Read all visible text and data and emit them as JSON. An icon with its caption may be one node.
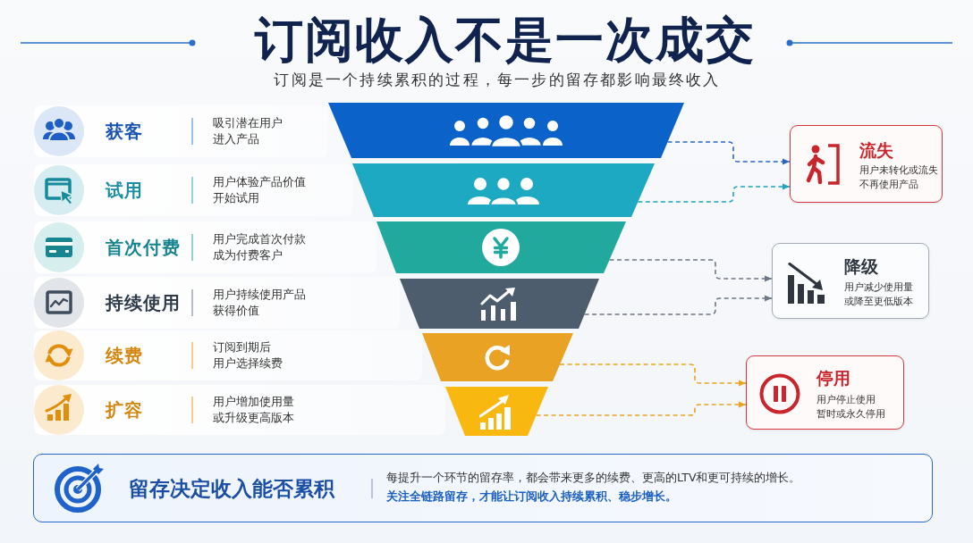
{
  "diagram": {
    "title": "订阅收入不是一次成交",
    "nodes": [
      {
        "text": [
          "获客",
          "吸引潜在用户进入产品"
        ]
      },
      {
        "text": [
          "试用",
          "用户体验产品价值开始试用"
        ]
      },
      {
        "text": [
          "首次付费",
          "用户完成首次付款成为付费客户"
        ]
      },
      {
        "text": [
          "持续使用",
          "用户持续使用产品获得价值"
        ]
      },
      {
        "text": [
          "续费",
          "订阅到期后用户选择续费"
        ]
      },
      {
        "text": [
          "扩容",
          "用户增加使用量或升级更高版本"
        ]
      },
      {
        "text": [],
        "shape": "trapezoid"
      },
      {
        "text": [],
        "shape": "trapezoid"
      },
      {
        "text": [],
        "shape": "trapezoid"
      },
      {
        "text": [],
        "shape": "trapezoid"
      },
      {
        "text": [],
        "shape": "trapezoid"
      },
      {
        "text": [],
        "shape": "trapezoid"
      },
      {
        "text": [
          "流失",
          "用户未转化或流失不再使用产品"
        ]
      },
      {
        "text": [
          "降级",
          "用户减少使用量或降至更低版本"
        ]
      },
      {
        "text": [
          "停用",
          "用户停止使用暂时或永久停用"
        ]
      },
      {
        "text": [
          "留存决定收入能否累积",
          "每提升一个环节的留存率，都会带来更多的续费、更高的LTV和更可持续的增长。",
          "关注全链路留存，才能让订阅收入持续累积、稳步增长。"
        ]
      }
    ],
    "edges": [
      {
        "from": 6,
        "to": 12,
        "arrow": "to",
        "style": "dashed",
        "color": "#2a66c8"
      },
      {
        "from": 7,
        "to": 12,
        "arrow": "to",
        "style": "dashed",
        "color": "#1ea5c0"
      },
      {
        "from": 8,
        "to": 13,
        "arrow": "to",
        "style": "dashed",
        "color": "#6b7785"
      },
      {
        "from": 9,
        "to": 13,
        "arrow": "to",
        "style": "dashed",
        "color": "#6b7785"
      },
      {
        "from": 10,
        "to": 14,
        "arrow": "to",
        "style": "dashed",
        "color": "#e9a223"
      },
      {
        "from": 11,
        "to": 14,
        "arrow": "to",
        "style": "dashed",
        "color": "#e9a223"
      }
    ],
    "labels": [
      "订阅是一个持续累积的过程，每一步的留存都影响最终收入"
    ]
  }
}
